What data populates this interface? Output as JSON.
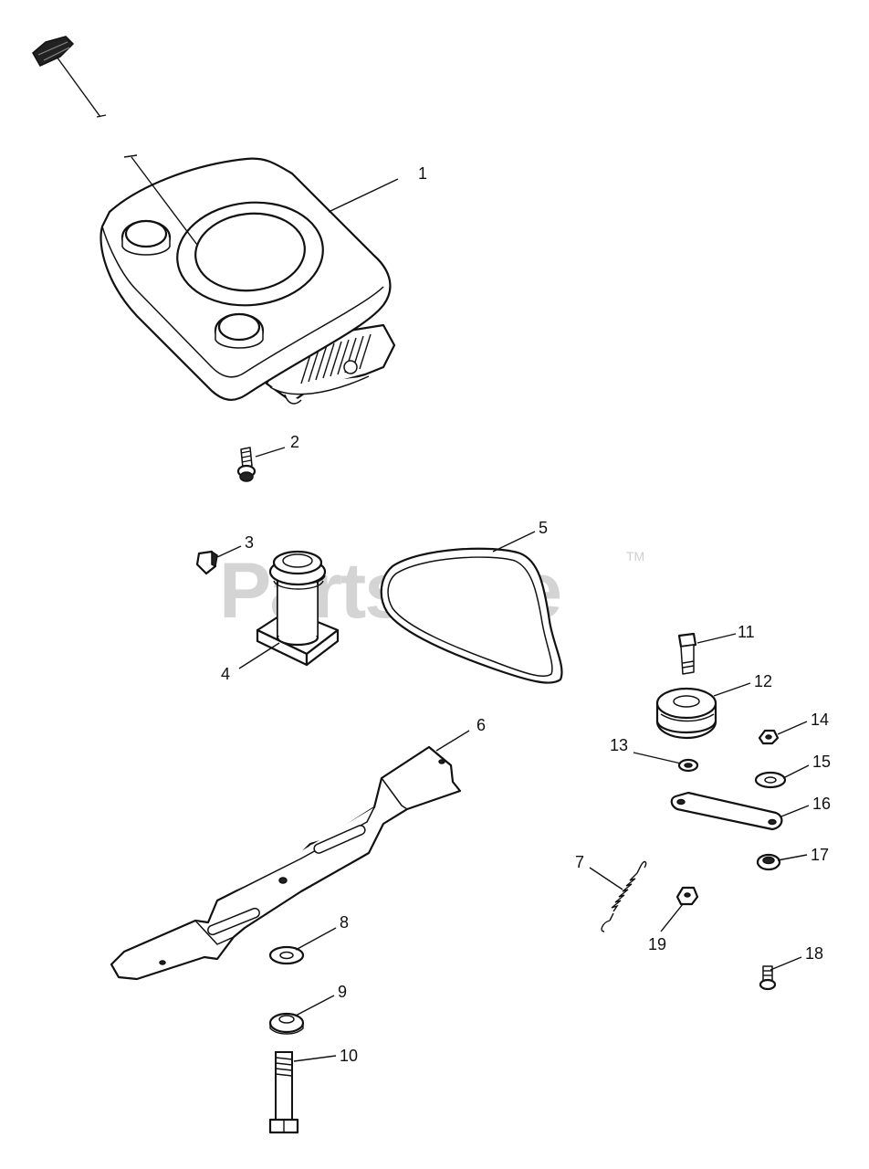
{
  "watermark": {
    "text": "PartsTree",
    "trademark": "TM"
  },
  "parts": [
    {
      "id": "part-1",
      "label": "1"
    },
    {
      "id": "part-2",
      "label": "2"
    },
    {
      "id": "part-3",
      "label": "3"
    },
    {
      "id": "part-4",
      "label": "4"
    },
    {
      "id": "part-5",
      "label": "5"
    },
    {
      "id": "part-6",
      "label": "6"
    },
    {
      "id": "part-7",
      "label": "7"
    },
    {
      "id": "part-8",
      "label": "8"
    },
    {
      "id": "part-9",
      "label": "9"
    },
    {
      "id": "part-10",
      "label": "10"
    },
    {
      "id": "part-11",
      "label": "11"
    },
    {
      "id": "part-12",
      "label": "12"
    },
    {
      "id": "part-13",
      "label": "13"
    },
    {
      "id": "part-14",
      "label": "14"
    },
    {
      "id": "part-15",
      "label": "15"
    },
    {
      "id": "part-16",
      "label": "16"
    },
    {
      "id": "part-17",
      "label": "17"
    },
    {
      "id": "part-18",
      "label": "18"
    },
    {
      "id": "part-19",
      "label": "19"
    }
  ]
}
